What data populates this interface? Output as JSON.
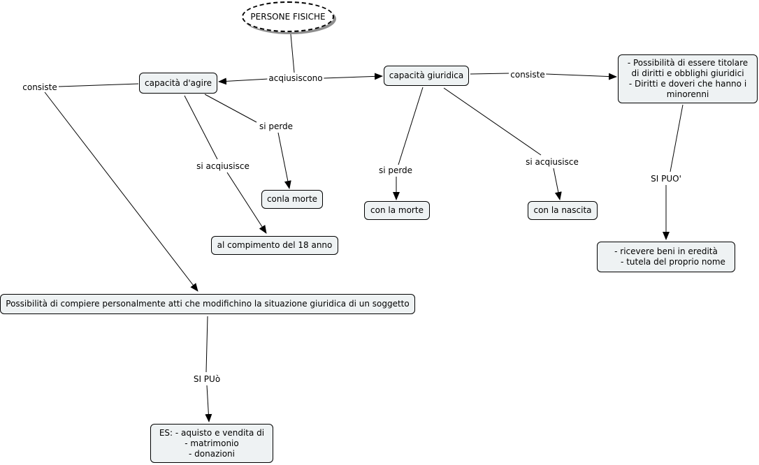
{
  "map": {
    "root": "PERSONE FISICHE",
    "nodes": {
      "capacita_agire": "capacità d'agire",
      "capacita_giuridica": "capacità giuridica",
      "cap_giuridica_def": [
        "- Possibilità di essere titolare",
        "di diritti e obblighi giuridici",
        "- Diritti e doveri che hanno i",
        "minorenni"
      ],
      "conla_morte": "conla morte",
      "compimento_18": "al compimento del 18 anno",
      "con_la_morte": "con la morte",
      "con_la_nascita": "con la nascita",
      "ricevere_beni": [
        "- ricevere beni in eredità",
        "- tutela del proprio nome"
      ],
      "possibilita_compiere": "Possibilità di compiere personalmente atti che modifichino la situazione giuridica di un soggetto",
      "esempi": [
        "ES: - aquisto e vendita di",
        "- matrimonio",
        "- donazioni"
      ]
    },
    "links": {
      "acquisiscono": "acqiusiscono",
      "consiste_left": "consiste",
      "consiste_right": "consiste",
      "si_perde_agire": "si perde",
      "si_acquisisce_agire": "si acqiusisce",
      "si_perde_giur": "si perde",
      "si_acquisisce_giur": "si acqiusisce",
      "si_puo_right": "SI PUO'",
      "si_puo_bottom": "SI PUò"
    }
  }
}
